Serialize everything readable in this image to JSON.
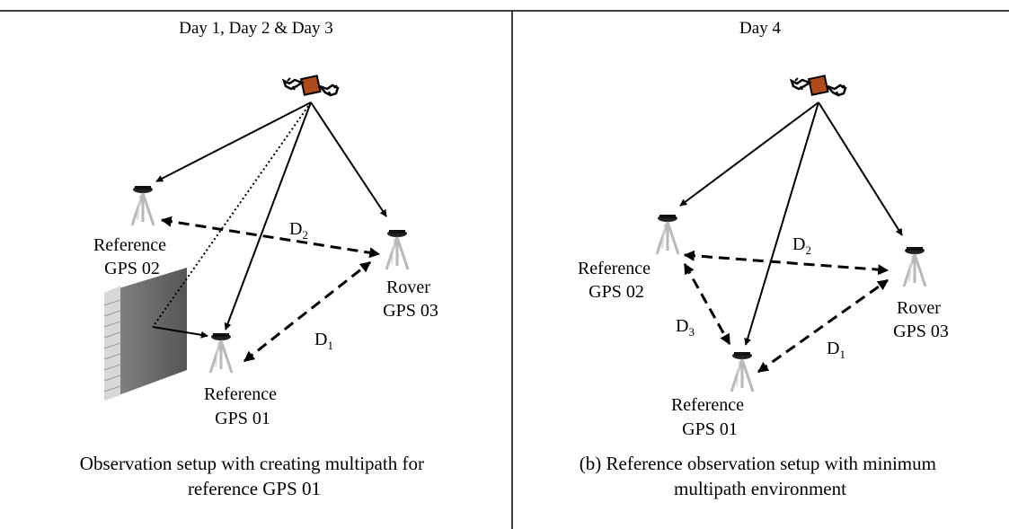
{
  "panel_left": {
    "heading": "Day 1, Day 2 & Day 3",
    "station_ref02": [
      "Reference",
      "GPS 02"
    ],
    "station_rover": [
      "Rover",
      "GPS 03"
    ],
    "station_ref01": [
      "Reference",
      "GPS 01"
    ],
    "distance_d2": {
      "main": "D",
      "sub": "2"
    },
    "distance_d1": {
      "main": "D",
      "sub": "1"
    },
    "caption": [
      "Observation setup with creating multipath for",
      "reference GPS 01"
    ]
  },
  "panel_right": {
    "heading": "Day 4",
    "station_ref02": [
      "Reference",
      "GPS 02"
    ],
    "station_rover": [
      "Rover",
      "GPS 03"
    ],
    "station_ref01": [
      "Reference",
      "GPS 01"
    ],
    "distance_d2": {
      "main": "D",
      "sub": "2"
    },
    "distance_d3": {
      "main": "D",
      "sub": "3"
    },
    "distance_d1": {
      "main": "D",
      "sub": "1"
    },
    "caption": [
      "(b) Reference observation setup with minimum",
      "multipath environment"
    ]
  },
  "colors": {
    "satellite_body": "#b04a1a",
    "tripod": "#b9b9b9",
    "wall": "#6b6b6b"
  }
}
